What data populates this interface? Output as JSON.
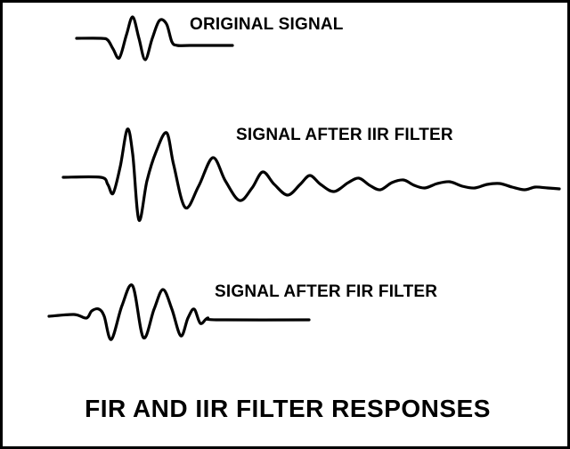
{
  "labels": {
    "original": "ORIGINAL SIGNAL",
    "iir": "SIGNAL AFTER IIR FILTER",
    "fir": "SIGNAL AFTER FIR FILTER",
    "title": "FIR AND IIR FILTER RESPONSES"
  },
  "colors": {
    "ink": "#000000",
    "background": "#ffffff"
  }
}
